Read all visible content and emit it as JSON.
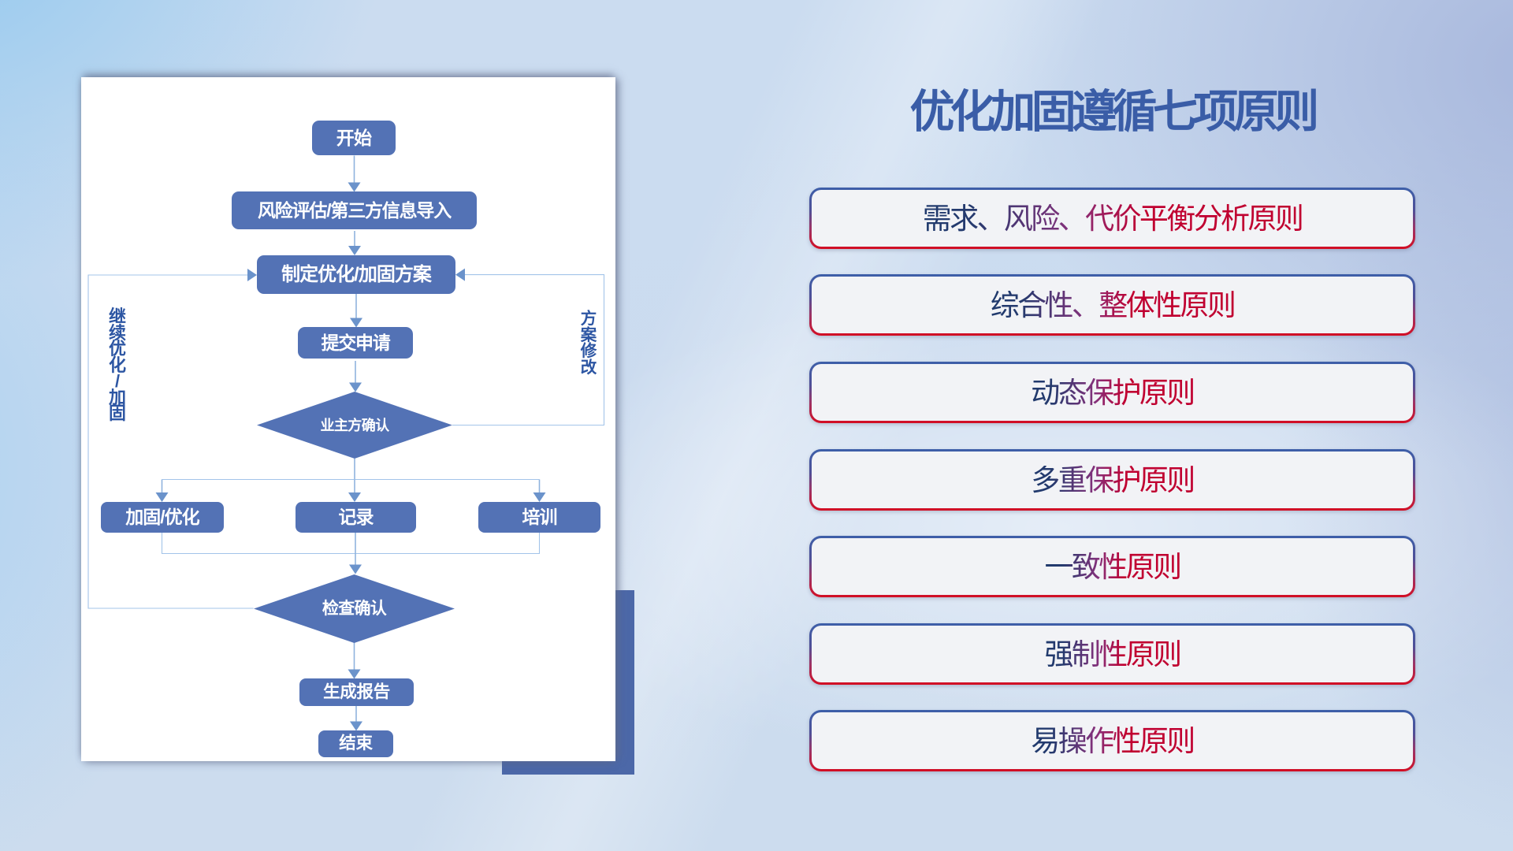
{
  "slide": {
    "title": "优化加固遵循七项原则"
  },
  "flowchart": {
    "nodes": {
      "start": "开始",
      "risk": "风险评估/第三方信息导入",
      "plan": "制定优化/加固方案",
      "submit": "提交申请",
      "owner_confirm": "业主方确认",
      "reinforce": "加固/优化",
      "record": "记录",
      "training": "培训",
      "check": "检查确认",
      "report": "生成报告",
      "end": "结束"
    },
    "loop_labels": {
      "left": "继续优化/加固",
      "right": "方案修改"
    }
  },
  "principles": [
    "需求、风险、代价平衡分析原则",
    "综合性、整体性原则",
    "动态保护原则",
    "多重保护原则",
    "一致性原则",
    "强制性原则",
    "易操作性原则"
  ],
  "colors": {
    "node_fill": "#5372b5",
    "node_text": "#ffffff",
    "connector": "#8fb3de",
    "loop_line": "#a3c4e9",
    "arrowhead": "#6b93cb",
    "label_text": "#2d56a3",
    "title_color": "#3a5da7",
    "card_bg": "#ffffff",
    "accent_square": "#4c68a8",
    "principle_bg": "#f2f3f6",
    "grad_navy": "#203a6d",
    "grad_mid": "#86307b",
    "grad_red": "#c00030",
    "border_top": "#3d5fa9",
    "border_bottom": "#d40d22"
  }
}
